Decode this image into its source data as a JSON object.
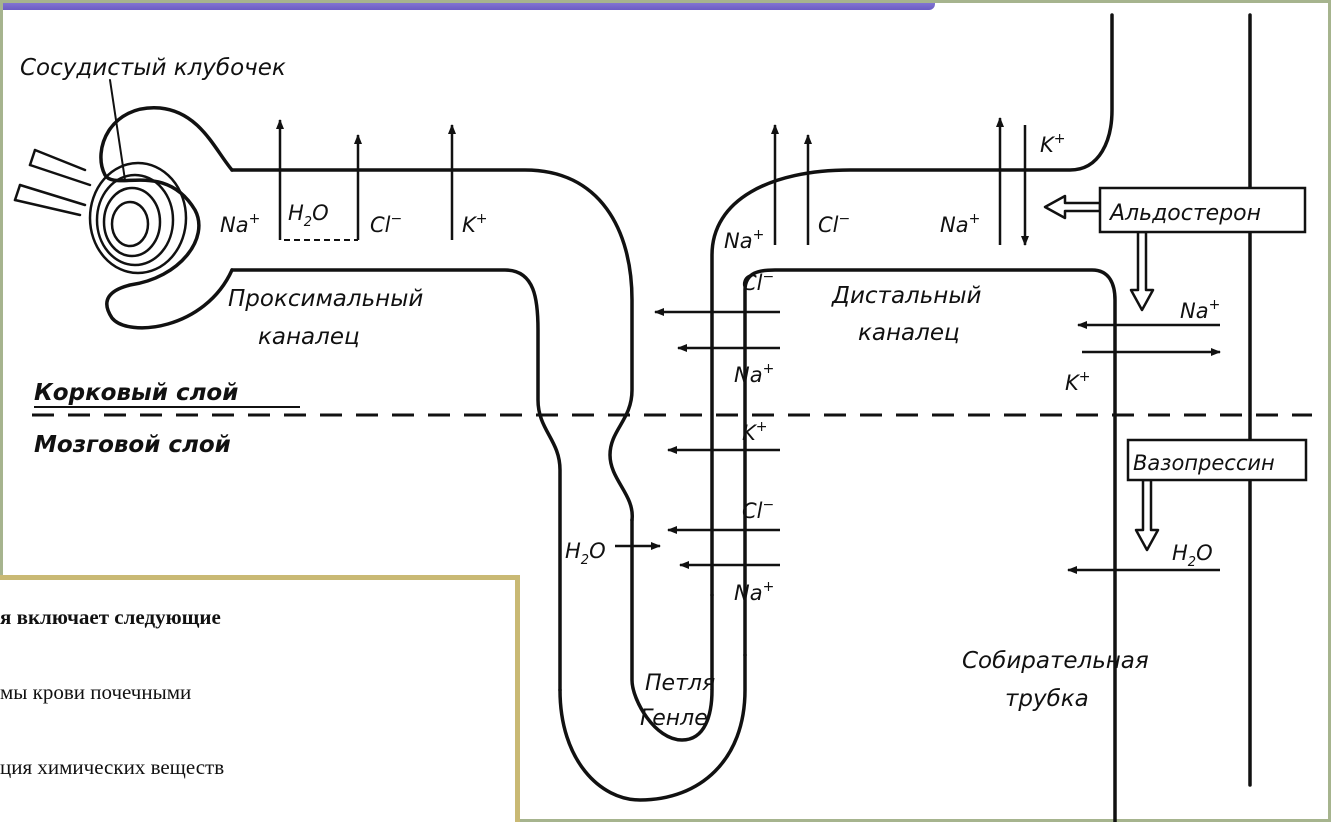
{
  "labels": {
    "glomerulus": "Сосудистый клубочек",
    "proximal_1": "Проксимальный",
    "proximal_2": "каналец",
    "distal_1": "Дистальный",
    "distal_2": "каналец",
    "cortex": "Корковый слой",
    "medulla": "Мозговой слой",
    "loop_1": "Петля",
    "loop_2": "Генле",
    "collecting_1": "Собирательная",
    "collecting_2": "трубка",
    "aldosterone": "Альдостерон",
    "vasopressin": "Вазопрессин"
  },
  "ions": {
    "na": "Na",
    "k": "K",
    "cl": "Cl",
    "h2o_h": "H",
    "h2o_2": "2",
    "h2o_o": "O",
    "plus": "+",
    "minus": "−"
  },
  "text_box": {
    "line1": "я включает следующие",
    "line2": "мы крови почечными",
    "line3": "ция химических веществ"
  },
  "colors": {
    "top_bar": "#7b6ccc",
    "frame": "#a6b48e",
    "text_box_border": "#c9b974"
  }
}
